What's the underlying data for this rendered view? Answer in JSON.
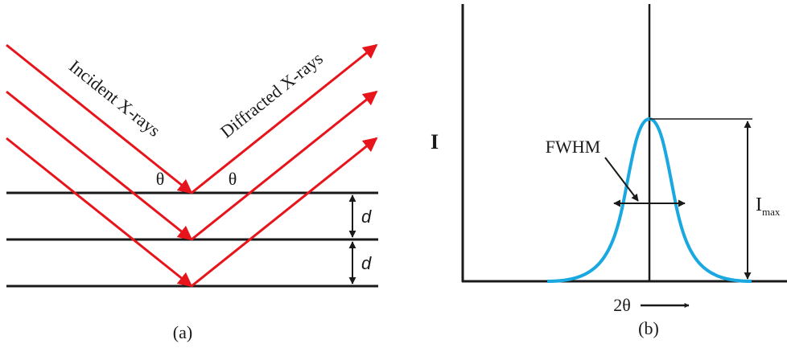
{
  "panel_a": {
    "caption": "(a)",
    "incident_label": "Incident X-rays",
    "diffracted_label": "Diffracted X-rays",
    "theta_left": "θ",
    "theta_right": "θ",
    "spacing_label_1": "d",
    "spacing_label_2": "d",
    "ray_color": "#e8141c",
    "line_color": "#1a1a1a"
  },
  "panel_b": {
    "caption": "(b)",
    "y_label": "I",
    "x_label": "2θ",
    "fwhm_label": "FWHM",
    "imax_main": "I",
    "imax_sub": "max",
    "curve_color": "#1aa8e0",
    "curve_shape": "bell-shaped diffraction peak"
  }
}
